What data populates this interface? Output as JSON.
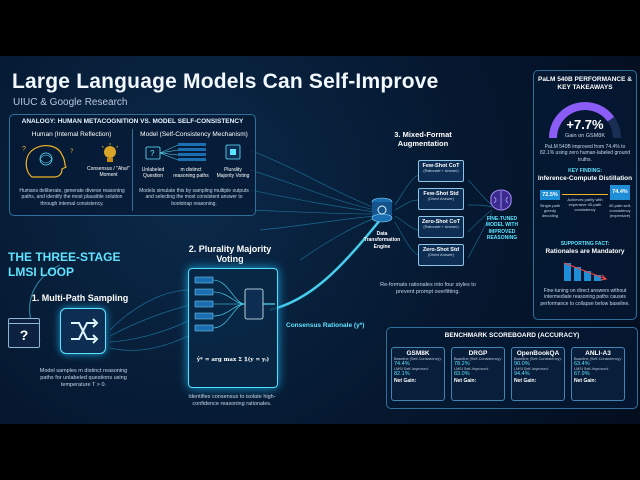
{
  "header": {
    "title": "Large Language Models Can Self-Improve",
    "subtitle": "UIUC & Google Research"
  },
  "analogy": {
    "heading": "ANALOGY: HUMAN METACOGNITION VS. MODEL SELF-CONSISTENCY",
    "human_title": "Human (Internal Reflection)",
    "human_label": "Consensus / \"Aha!\" Moment",
    "human_desc": "Humans deliberate, generate diverse reasoning paths, and identify the most plausible solution through internal consistency.",
    "model_title": "Model (Self-Consistency Mechanism)",
    "model_labels": [
      "Unlabeled Question",
      "m distinct reasoning paths",
      "Plurality Majority Voting"
    ],
    "model_desc": "Models simulate this by sampling multiple outputs and selecting the most consistent answer to bootstrap reasoning."
  },
  "stages": {
    "heading": "THE THREE-STAGE LMSI LOOP",
    "stage1_title": "1. Multi-Path Sampling",
    "stage1_icon_text": "?",
    "stage1_desc": "Model samples m distinct reasoning paths for unlabeled questions using temperature T > 0.",
    "stage2_title": "2. Plurality Majority Voting",
    "stage2_formula": "ŷ* = arg max Σ 𝟙(y = yᵢ)",
    "stage2_desc": "Identifies consensus to isolate high-confidence reasoning rationales.",
    "consensus_label": "Consensus Rationale (y*)",
    "stage3_title": "3. Mixed-Format Augmentation",
    "engine_label": "Data Transformation Engine",
    "formats": [
      {
        "name": "Few-Shot CoT",
        "sub": "(Rationale + Answer)"
      },
      {
        "name": "Few-Shot Std",
        "sub": "(Direct Answer)"
      },
      {
        "name": "Zero-Shot CoT",
        "sub": "(Rationale + Answer)"
      },
      {
        "name": "Zero-Shot Std",
        "sub": "(Direct Answer)"
      }
    ],
    "stage3_desc": "Re-formats rationales into four styles to prevent prompt overfitting.",
    "finetuned_label": "FINE-TUNED MODEL WITH IMPROVED REASONING"
  },
  "takeaways": {
    "heading": "PaLM 540B PERFORMANCE & KEY TAKEAWAYS",
    "gain_value": "+7.7%",
    "gain_label": "Gain on GSM8K",
    "gain_progress": 0.8,
    "gain_desc": "PaLM 540B improved from 74.4% to 82.1% using zero human-labeled ground truths.",
    "finding_label": "KEY FINDING:",
    "finding_title": "Inference-Compute Distillation",
    "left_value": "72.5%",
    "left_label": "Single-path greedy decoding",
    "middle_text": "Achieves parity with expensive 40-path consistency",
    "right_value": "74.4%",
    "right_label": "40-path self-consistency (expensive)",
    "support_label": "SUPPORTING FACT:",
    "support_title": "Rationales are Mandatory",
    "support_desc": "Fine-tuning on direct answers without intermediate reasoning paths causes performance to collapse below baseline."
  },
  "scoreboard": {
    "heading": "BENCHMARK SCOREBOARD (ACCURACY)",
    "baseline_label": "Baseline (Self-Consistency):",
    "lmsi_label": "LMSI Self-Improved:",
    "gain_label": "Net Gain:",
    "items": [
      {
        "name": "GSM8K",
        "baseline": "74.4%",
        "lmsi": "82.1%"
      },
      {
        "name": "DRGP",
        "baseline": "78.2%",
        "lmsi": "83.0%"
      },
      {
        "name": "OpenBookQA",
        "baseline": "90.0%",
        "lmsi": "94.4%"
      },
      {
        "name": "ANLI-A3",
        "baseline": "63.4%",
        "lmsi": "67.9%"
      }
    ]
  },
  "colors": {
    "accent": "#5fe3ff",
    "gold": "#f0b429",
    "purple": "#8b5cf6",
    "panel_border": "#2f6f9a"
  }
}
